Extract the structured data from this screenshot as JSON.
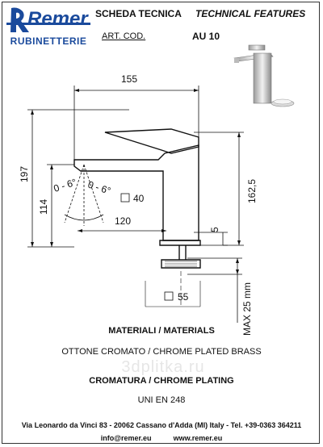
{
  "header": {
    "brand": "Remer",
    "brand_sub": "RUBINETTERIE",
    "title_it": "SCHEDA TECNICA",
    "title_en": "TECHNICAL FEATURES",
    "art_label": "ART. COD.",
    "art_code": "AU 10"
  },
  "dimensions": {
    "width_top": "155",
    "height_total": "197",
    "height_spout": "114",
    "height_body": "162,5",
    "angle_left": "0 - 6°",
    "angle_right": "0 - 6°",
    "square_body": "40",
    "reach": "120",
    "base_thickness": "5",
    "square_base": "55",
    "max_thickness": "MAX 25 mm"
  },
  "materials": {
    "heading": "MATERIALI / MATERIALS",
    "material": "OTTONE CROMATO / CHROME PLATED BRASS",
    "plating": "CROMATURA / CHROME PLATING",
    "standard": "UNI EN 248"
  },
  "watermark": "3dplitka.ru",
  "footer": {
    "address": "Via Leonardo da Vinci 83 - 20062 Cassano d'Adda (MI) Italy - Tel. +39-0363 364211",
    "email": "info@remer.eu",
    "web": "www.remer.eu"
  },
  "colors": {
    "brand_blue": "#1a4a9c",
    "line": "#111111"
  }
}
